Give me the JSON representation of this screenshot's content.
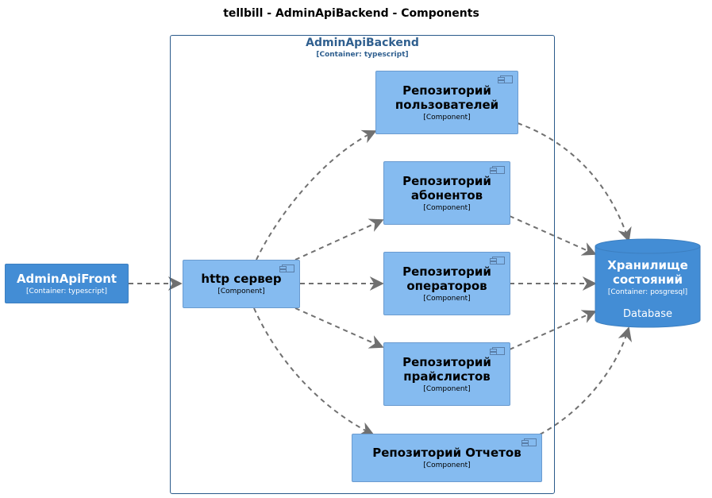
{
  "title": "tellbill - AdminApiBackend - Components",
  "boundary": {
    "name": "AdminApiBackend",
    "type": "[Container: typescript]"
  },
  "nodes": {
    "front": {
      "name": "AdminApiFront",
      "type": "[Container: typescript]"
    },
    "http": {
      "name": "http сервер",
      "type": "[Component]"
    },
    "repo_users": {
      "name_line1": "Репозиторий",
      "name_line2": "пользователей",
      "type": "[Component]"
    },
    "repo_subs": {
      "name_line1": "Репозиторий",
      "name_line2": "абонентов",
      "type": "[Component]"
    },
    "repo_ops": {
      "name_line1": "Репозиторий",
      "name_line2": "операторов",
      "type": "[Component]"
    },
    "repo_price": {
      "name_line1": "Репозиторий",
      "name_line2": "прайслистов",
      "type": "[Component]"
    },
    "repo_reports": {
      "name": "Репозиторий Отчетов",
      "type": "[Component]"
    },
    "db": {
      "name_line1": "Хранилище",
      "name_line2": "состояний",
      "type": "[Container: posgresql]",
      "kind": "Database"
    }
  },
  "colors": {
    "component": "#85bbf0",
    "container": "#438dd5",
    "boundary": "#2a5a8a",
    "edge": "#707070"
  }
}
